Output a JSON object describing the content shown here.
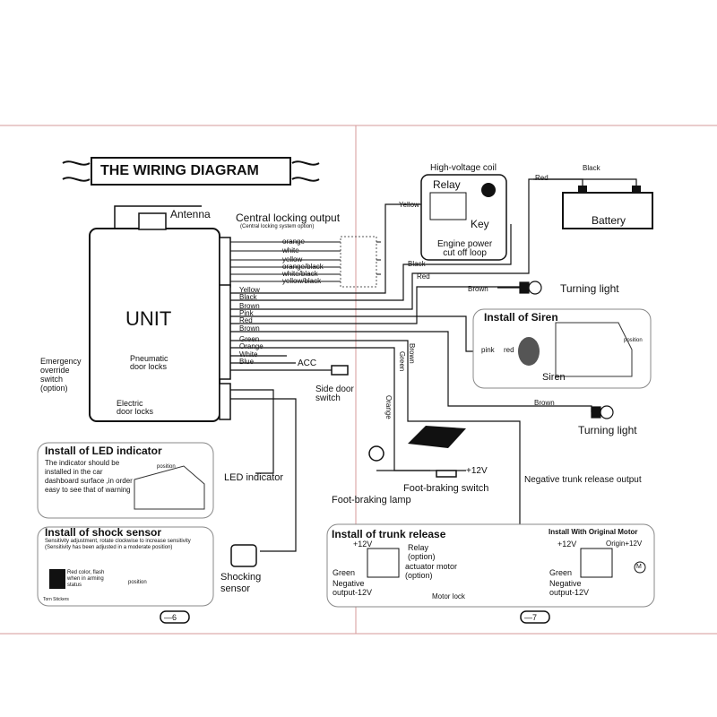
{
  "header_title": "THE WIRING DIAGRAM",
  "unit": {
    "label": "UNIT",
    "antenna": "Antenna"
  },
  "central_locking": {
    "title": "Central locking output",
    "subtitle": "(Central locking system option)",
    "wires": [
      "orange",
      "white",
      "yellow",
      "orange/black",
      "white/black",
      "yellow/black"
    ]
  },
  "unit_wires": [
    "Yellow",
    "Black",
    "Brown",
    "Pink",
    "Red",
    "Brown",
    "Green",
    "Orange",
    "White",
    "Blue"
  ],
  "acc": "ACC",
  "pneumatic": "Pneumatic\ndoor locks",
  "electric": "Electric\ndoor locks",
  "emergency": "Emergency\noverride\nswitch\n(option)",
  "side_door": "Side door\nswitch",
  "high_voltage_coil": "High-voltage coil",
  "relay": "Relay",
  "key": "Key",
  "engine_power": "Engine power\ncut off loop",
  "battery": "Battery",
  "wire_labels": {
    "black_top": "Black",
    "red_top": "Red",
    "yellow_relay": "Yellow",
    "black_mid": "Black",
    "red_mid": "Red",
    "brown_turn1": "Brown",
    "pink": "pink",
    "red_siren": "red",
    "brown_vertical": "Brown",
    "green_vertical": "Green",
    "orange_vertical": "Orange",
    "brown_turn2": "Brown"
  },
  "turning_light_1": "Turning light",
  "turning_light_2": "Turning light",
  "siren": {
    "title": "Install of Siren",
    "label": "Siren",
    "position": "position"
  },
  "foot_braking_switch": "Foot-braking switch",
  "foot_braking_lamp": "Foot-braking lamp",
  "plus12": "+12V",
  "negative_trunk": "Negative trunk release output",
  "led": {
    "title": "Install of LED indicator",
    "text": "The indicator should be installed in the car dashboard surface ,in order easy to see that of warning",
    "position": "position",
    "label": "LED indicator"
  },
  "shock": {
    "title": "Install of shock sensor",
    "text": "Sensitivity adjustment, rotate clockwise to increase sensitivity (Sensitivity has been adjusted in a moderate position)",
    "red_color": "Red color, flash when in arming status",
    "torn": "Torn Stickers",
    "position": "position",
    "label": "Shocking\nsensor"
  },
  "trunk": {
    "title": "Install of trunk release",
    "plus12": "+12V",
    "relay_option": "Relay\n(option)",
    "actuator": "actuator motor\n(option)",
    "green": "Green",
    "negative": "Negative\noutput-12V",
    "motor_lock": "Motor lock"
  },
  "original_motor": {
    "title": "Install With Original Motor",
    "plus12": "+12V",
    "origin": "Origin+12V",
    "green": "Green",
    "negative": "Negative\noutput-12V",
    "m": "M"
  },
  "page_numbers": [
    "6",
    "7"
  ]
}
